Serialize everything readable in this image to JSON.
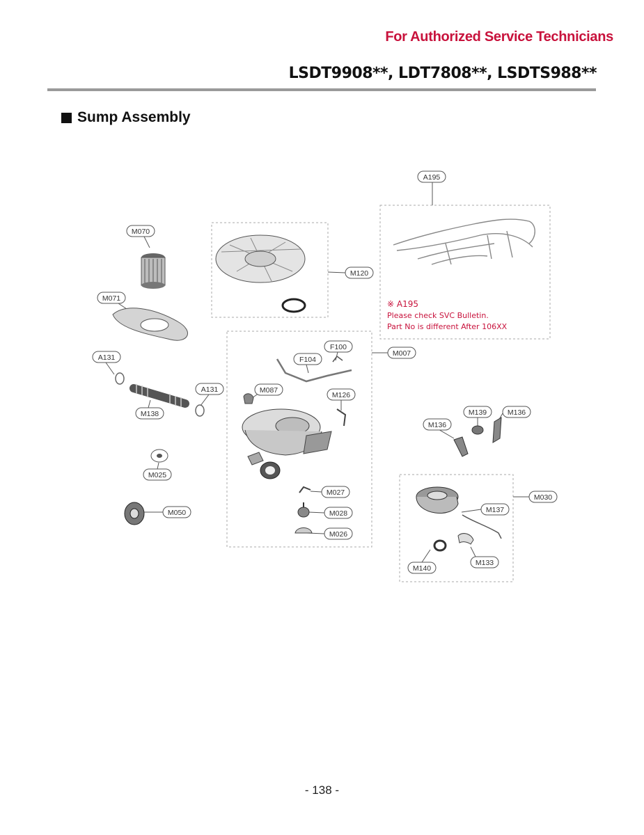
{
  "header": {
    "authorized": "For Authorized Service Technicians",
    "models": "LSDT9908**, LDT7808**, LSDTS988**"
  },
  "section": {
    "title": "Sump Assembly"
  },
  "note": {
    "ref": "※ A195",
    "line1": "Please check SVC Bulletin.",
    "line2": "Part No is different After 106XX"
  },
  "parts": {
    "a195": "A195",
    "m070": "M070",
    "m120": "M120",
    "m071": "M071",
    "a131_left": "A131",
    "a131_right": "A131",
    "m138": "M138",
    "f100": "F100",
    "f104": "F104",
    "m007": "M007",
    "m087": "M087",
    "m126": "M126",
    "m139": "M139",
    "m136_left": "M136",
    "m136_right": "M136",
    "m025": "M025",
    "m050": "M050",
    "m027": "M027",
    "m028": "M028",
    "m026": "M026",
    "m030": "M030",
    "m137": "M137",
    "m133": "M133",
    "m140": "M140"
  },
  "footer": {
    "page": "- 138 -"
  }
}
